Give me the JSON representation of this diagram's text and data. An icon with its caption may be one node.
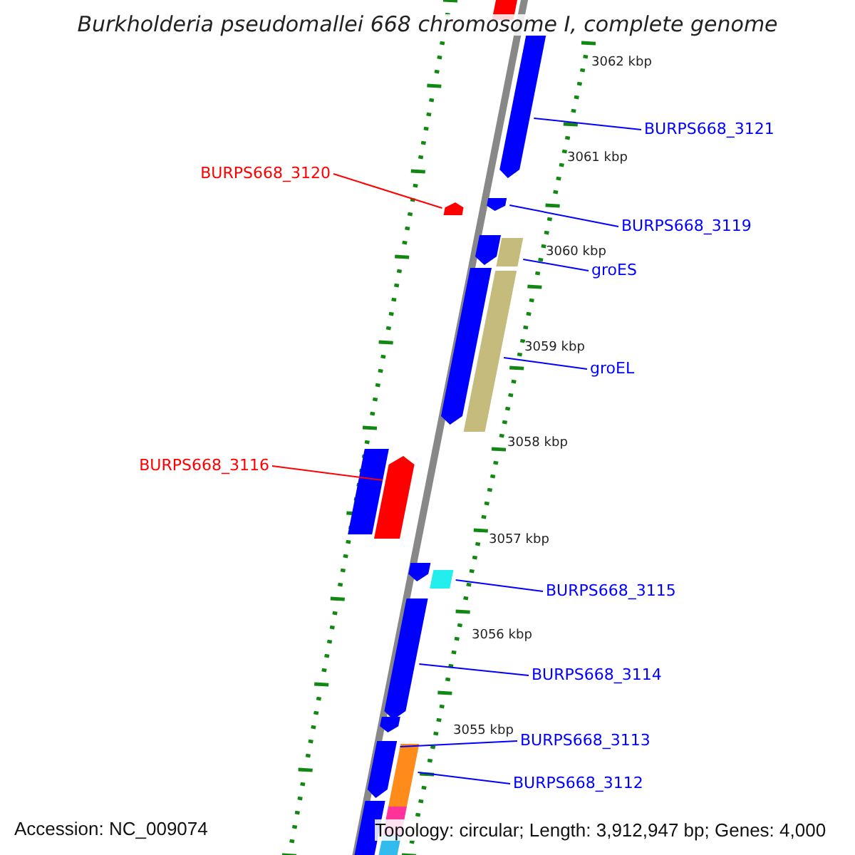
{
  "diagram": {
    "title": "Burkholderia pseudomallei 668 chromosome I, complete genome",
    "nodes": [
      {
        "text": [
          "BURPS668_3121"
        ]
      },
      {
        "text": [],
        "shape": "bar"
      },
      {
        "text": [
          "BURPS668_3120"
        ]
      },
      {
        "text": [],
        "shape": "bar"
      },
      {
        "text": [
          "BURPS668_3119"
        ]
      },
      {
        "text": [],
        "shape": "bar"
      },
      {
        "text": [
          "groES"
        ]
      },
      {
        "text": [],
        "shape": "bar"
      },
      {
        "text": [
          "groEL"
        ]
      },
      {
        "text": [],
        "shape": "bar"
      },
      {
        "text": [
          "BURPS668_3116"
        ]
      },
      {
        "text": [],
        "shape": "bar"
      },
      {
        "text": [
          "BURPS668_3115"
        ]
      },
      {
        "text": [],
        "shape": "bar"
      },
      {
        "text": [
          "BURPS668_3114"
        ]
      },
      {
        "text": [],
        "shape": "bar"
      },
      {
        "text": [
          "BURPS668_3113"
        ]
      },
      {
        "text": [],
        "shape": "bar"
      },
      {
        "text": [
          "BURPS668_3112"
        ]
      },
      {
        "text": [],
        "shape": "bar"
      },
      {
        "text": [],
        "shape": "bar"
      },
      {
        "text": [],
        "shape": "bar"
      },
      {
        "text": [],
        "shape": "bar"
      },
      {
        "text": [],
        "shape": "bar"
      },
      {
        "text": [],
        "shape": "bar"
      },
      {
        "text": [],
        "shape": "bar"
      },
      {
        "text": [],
        "shape": "bar"
      },
      {
        "text": [],
        "shape": "bar"
      },
      {
        "text": [],
        "shape": "bar"
      }
    ],
    "edges": [
      {
        "from": 0,
        "to": 1,
        "arrow": "none"
      },
      {
        "from": 2,
        "to": 3,
        "arrow": "none",
        "color": "#ff0000"
      },
      {
        "from": 4,
        "to": 5,
        "arrow": "none"
      },
      {
        "from": 6,
        "to": 7,
        "arrow": "none"
      },
      {
        "from": 8,
        "to": 9,
        "arrow": "none"
      },
      {
        "from": 10,
        "to": 11,
        "arrow": "none",
        "color": "#ff0000"
      },
      {
        "from": 12,
        "to": 13,
        "arrow": "none"
      },
      {
        "from": 14,
        "to": 15,
        "arrow": "none"
      },
      {
        "from": 16,
        "to": 17,
        "arrow": "none"
      },
      {
        "from": 18,
        "to": 19,
        "arrow": "none"
      }
    ],
    "labels": [
      "3062 kbp",
      "3061 kbp",
      "3060 kbp",
      "3059 kbp",
      "3058 kbp",
      "3057 kbp",
      "3056 kbp",
      "3055 kbp",
      "Accession: NC_009074",
      "Topology: circular; Length: 3,912,947 bp; Genes: 4,000"
    ]
  }
}
